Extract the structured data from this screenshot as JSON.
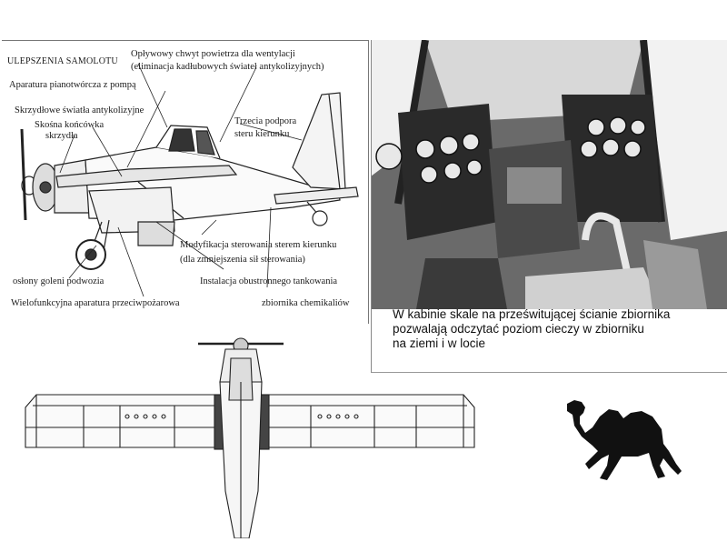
{
  "side_view": {
    "title": "ULEPSZENIA SAMOLOTU",
    "labels": {
      "air_intake_line1": "Opływowy chwyt powietrza dla wentylacji",
      "air_intake_line2": "(eliminacja kadłubowych świateł antykolizyjnych)",
      "foam_unit": "Aparatura pianotwórcza z pompą",
      "wing_lights": "Skrzydłowe światła antykolizyjne",
      "wingtip_line1": "Skośna końcówka",
      "wingtip_line2": "skrzydła",
      "rudder_support_line1": "Trzecia podpora",
      "rudder_support_line2": "steru kierunku",
      "rudder_mod_line1": "Modyfikacja sterowania sterem kierunku",
      "rudder_mod_line2": "(dla zmniejszenia sił sterowania)",
      "gear_covers": "osłony goleni podwozia",
      "refuel_line1": "Instalacja obustronnego tankowania",
      "refuel_line2": "zbiornika chemikaliów",
      "fire_unit": "Wielofunkcyjna aparatura przeciwpożarowa"
    }
  },
  "photo": {
    "caption_line1": "W kabinie skale na prześwitującej ścianie zbiornika",
    "caption_line2": "pozwalają odczytać poziom cieczy w zbiorniku",
    "caption_line3": "na ziemi i w locie"
  },
  "colors": {
    "ink": "#111111",
    "photo_dark": "#2a2a2a",
    "photo_mid": "#8a8a8a",
    "photo_light": "#e8e8e8"
  },
  "icons": {
    "camel": "camel-silhouette-icon"
  }
}
